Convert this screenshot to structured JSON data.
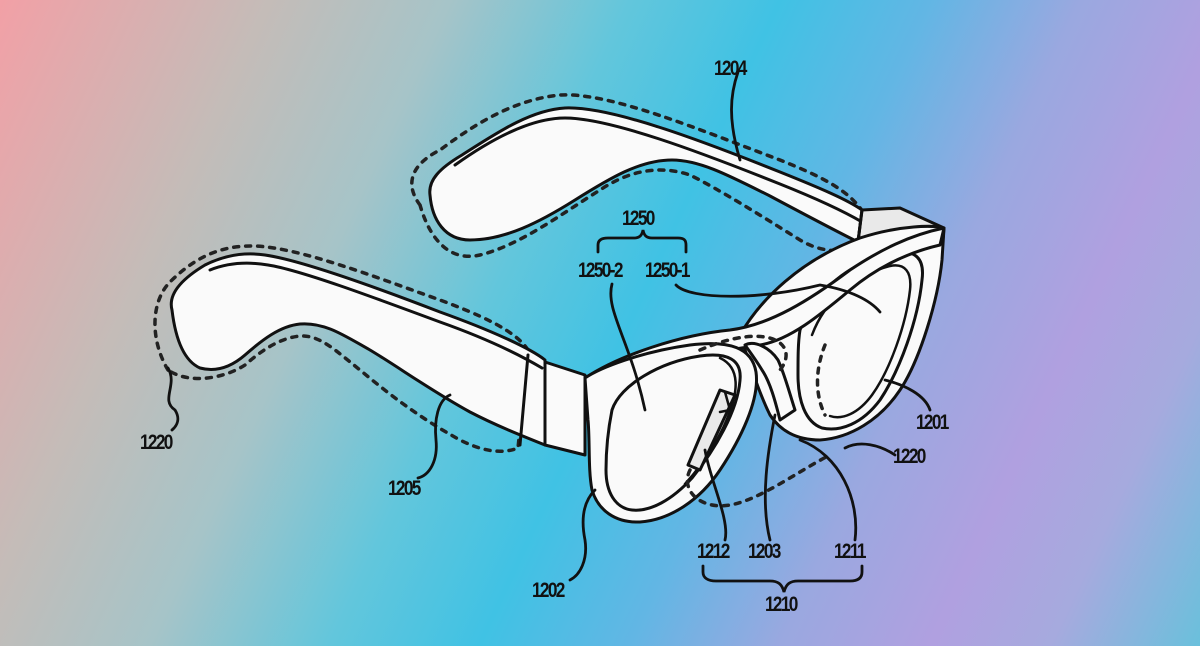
{
  "figure": {
    "subject": "Smart glasses patent drawing (perspective view)",
    "background_gradient": [
      "#f2a0a6",
      "#c4bcb8",
      "#40c2e4",
      "#b0a0e0",
      "#6ac0dc"
    ],
    "line_color": "#111111",
    "fill_color": "#fafafa"
  },
  "labels": {
    "l1204": "1204",
    "l1250": "1250",
    "l1250_2": "1250-2",
    "l1250_1": "1250-1",
    "l1220_left": "1220",
    "l1205": "1205",
    "l1201": "1201",
    "l1220_right": "1220",
    "l1212": "1212",
    "l1203": "1203",
    "l1211": "1211",
    "l1210": "1210",
    "l1202": "1202"
  },
  "parts": [
    {
      "ref": "1201",
      "component": "right lens rim / frame front"
    },
    {
      "ref": "1202",
      "component": "left lens rim / frame front"
    },
    {
      "ref": "1203",
      "component": "bridge"
    },
    {
      "ref": "1204",
      "component": "right temple arm"
    },
    {
      "ref": "1205",
      "component": "left temple arm"
    },
    {
      "ref": "1210",
      "component": "nose region group (1211, 1203, 1212)"
    },
    {
      "ref": "1211",
      "component": "right nose pad region"
    },
    {
      "ref": "1212",
      "component": "left nose pad region"
    },
    {
      "ref": "1220",
      "component": "dotted contact region outline"
    },
    {
      "ref": "1250",
      "component": "lens group (1250-1, 1250-2)"
    },
    {
      "ref": "1250-1",
      "component": "right lens"
    },
    {
      "ref": "1250-2",
      "component": "left lens"
    }
  ]
}
